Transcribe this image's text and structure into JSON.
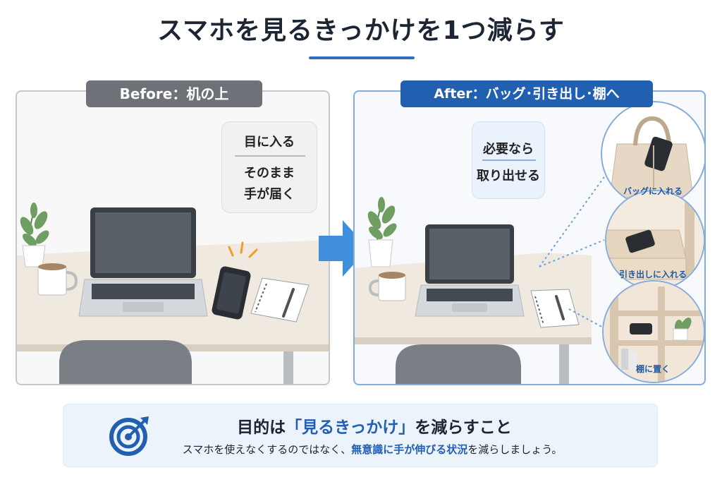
{
  "title": "スマホを見るきっかけを1つ減らす",
  "before": {
    "tag": "Before：机の上",
    "callout_line1": "目に入る",
    "callout_line2a": "そのまま",
    "callout_line2b": "手が届く"
  },
  "after": {
    "tag": "After：バッグ･引き出し･棚へ",
    "callout_line1": "必要なら",
    "callout_line2": "取り出せる",
    "options": [
      {
        "label": "バッグに入れる"
      },
      {
        "label": "引き出しに入れる"
      },
      {
        "label": "棚に置く"
      }
    ]
  },
  "goal": {
    "title_pre": "目的は",
    "title_highlight": "「見るきっかけ」",
    "title_post": "を減らすこと",
    "sub_pre": "スマホを使えなくするのではなく、",
    "sub_highlight": "無意識に手が伸びる状況",
    "sub_post": "を減らしましょう。"
  },
  "colors": {
    "accent": "#215fb0",
    "before_tag": "#6e7278",
    "arrow": "#3f8fdc"
  }
}
